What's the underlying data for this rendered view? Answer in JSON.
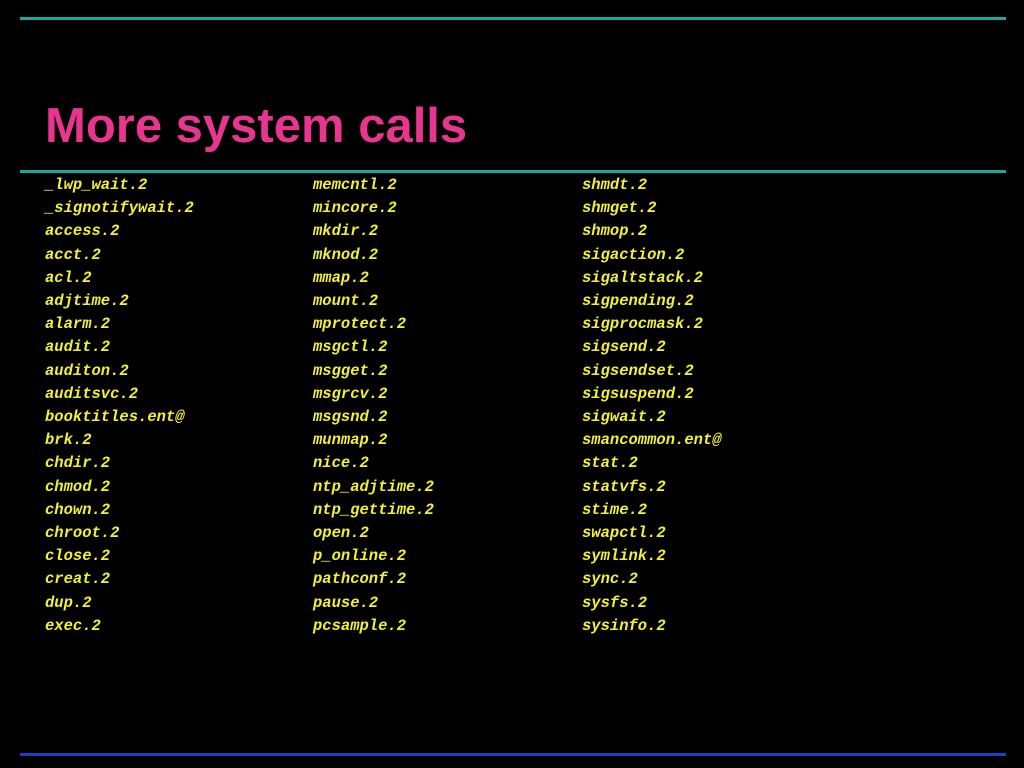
{
  "slide": {
    "title": "More system calls",
    "columns": [
      [
        "_lwp_wait.2",
        "_signotifywait.2",
        "access.2",
        "acct.2",
        "acl.2",
        "adjtime.2",
        "alarm.2",
        "audit.2",
        "auditon.2",
        "auditsvc.2",
        "booktitles.ent@",
        "brk.2",
        "chdir.2",
        "chmod.2",
        "chown.2",
        "chroot.2",
        "close.2",
        "creat.2",
        "dup.2",
        "exec.2"
      ],
      [
        "memcntl.2",
        "mincore.2",
        "mkdir.2",
        "mknod.2",
        "mmap.2",
        "mount.2",
        "mprotect.2",
        "msgctl.2",
        "msgget.2",
        "msgrcv.2",
        "msgsnd.2",
        "munmap.2",
        "nice.2",
        "ntp_adjtime.2",
        "ntp_gettime.2",
        "open.2",
        "p_online.2",
        "pathconf.2",
        "pause.2",
        "pcsample.2"
      ],
      [
        "shmdt.2",
        "shmget.2",
        "shmop.2",
        "sigaction.2",
        "sigaltstack.2",
        "sigpending.2",
        "sigprocmask.2",
        "sigsend.2",
        "sigsendset.2",
        "sigsuspend.2",
        "sigwait.2",
        "smancommon.ent@",
        "stat.2",
        "statvfs.2",
        "stime.2",
        "swapctl.2",
        "symlink.2",
        "sync.2",
        "sysfs.2",
        "sysinfo.2"
      ]
    ]
  },
  "colors": {
    "background": "#000000",
    "title": "#e8358f",
    "text": "#f0f03a",
    "rule_top": "#1aa89a",
    "rule_bottom": "#1f3fc4"
  }
}
